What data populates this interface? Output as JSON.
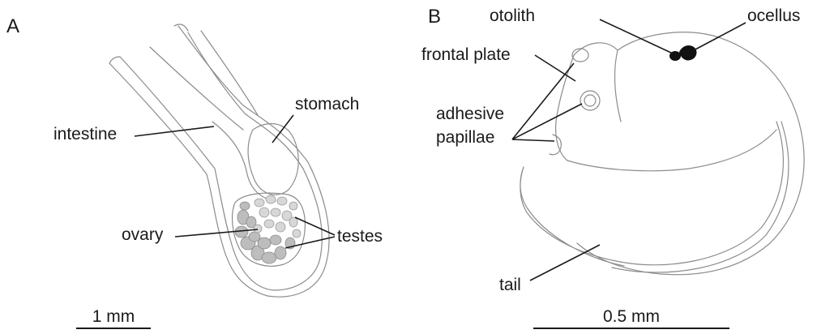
{
  "panels": {
    "a": {
      "letter": "A",
      "labels": {
        "intestine": "intestine",
        "stomach": "stomach",
        "ovary": "ovary",
        "testes": "testes"
      },
      "scale_bar": "1 mm"
    },
    "b": {
      "letter": "B",
      "labels": {
        "otolith": "otolith",
        "ocellus": "ocellus",
        "frontal_plate": "frontal plate",
        "adhesive_papillae_line1": "adhesive",
        "adhesive_papillae_line2": "papillae",
        "tail": "tail"
      },
      "scale_bar": "0.5 mm"
    }
  },
  "colors": {
    "outline": "#8c8c8c",
    "text": "#1a1a1a",
    "gonad_fill": "#bdbdbd",
    "pigment": "#111111"
  }
}
